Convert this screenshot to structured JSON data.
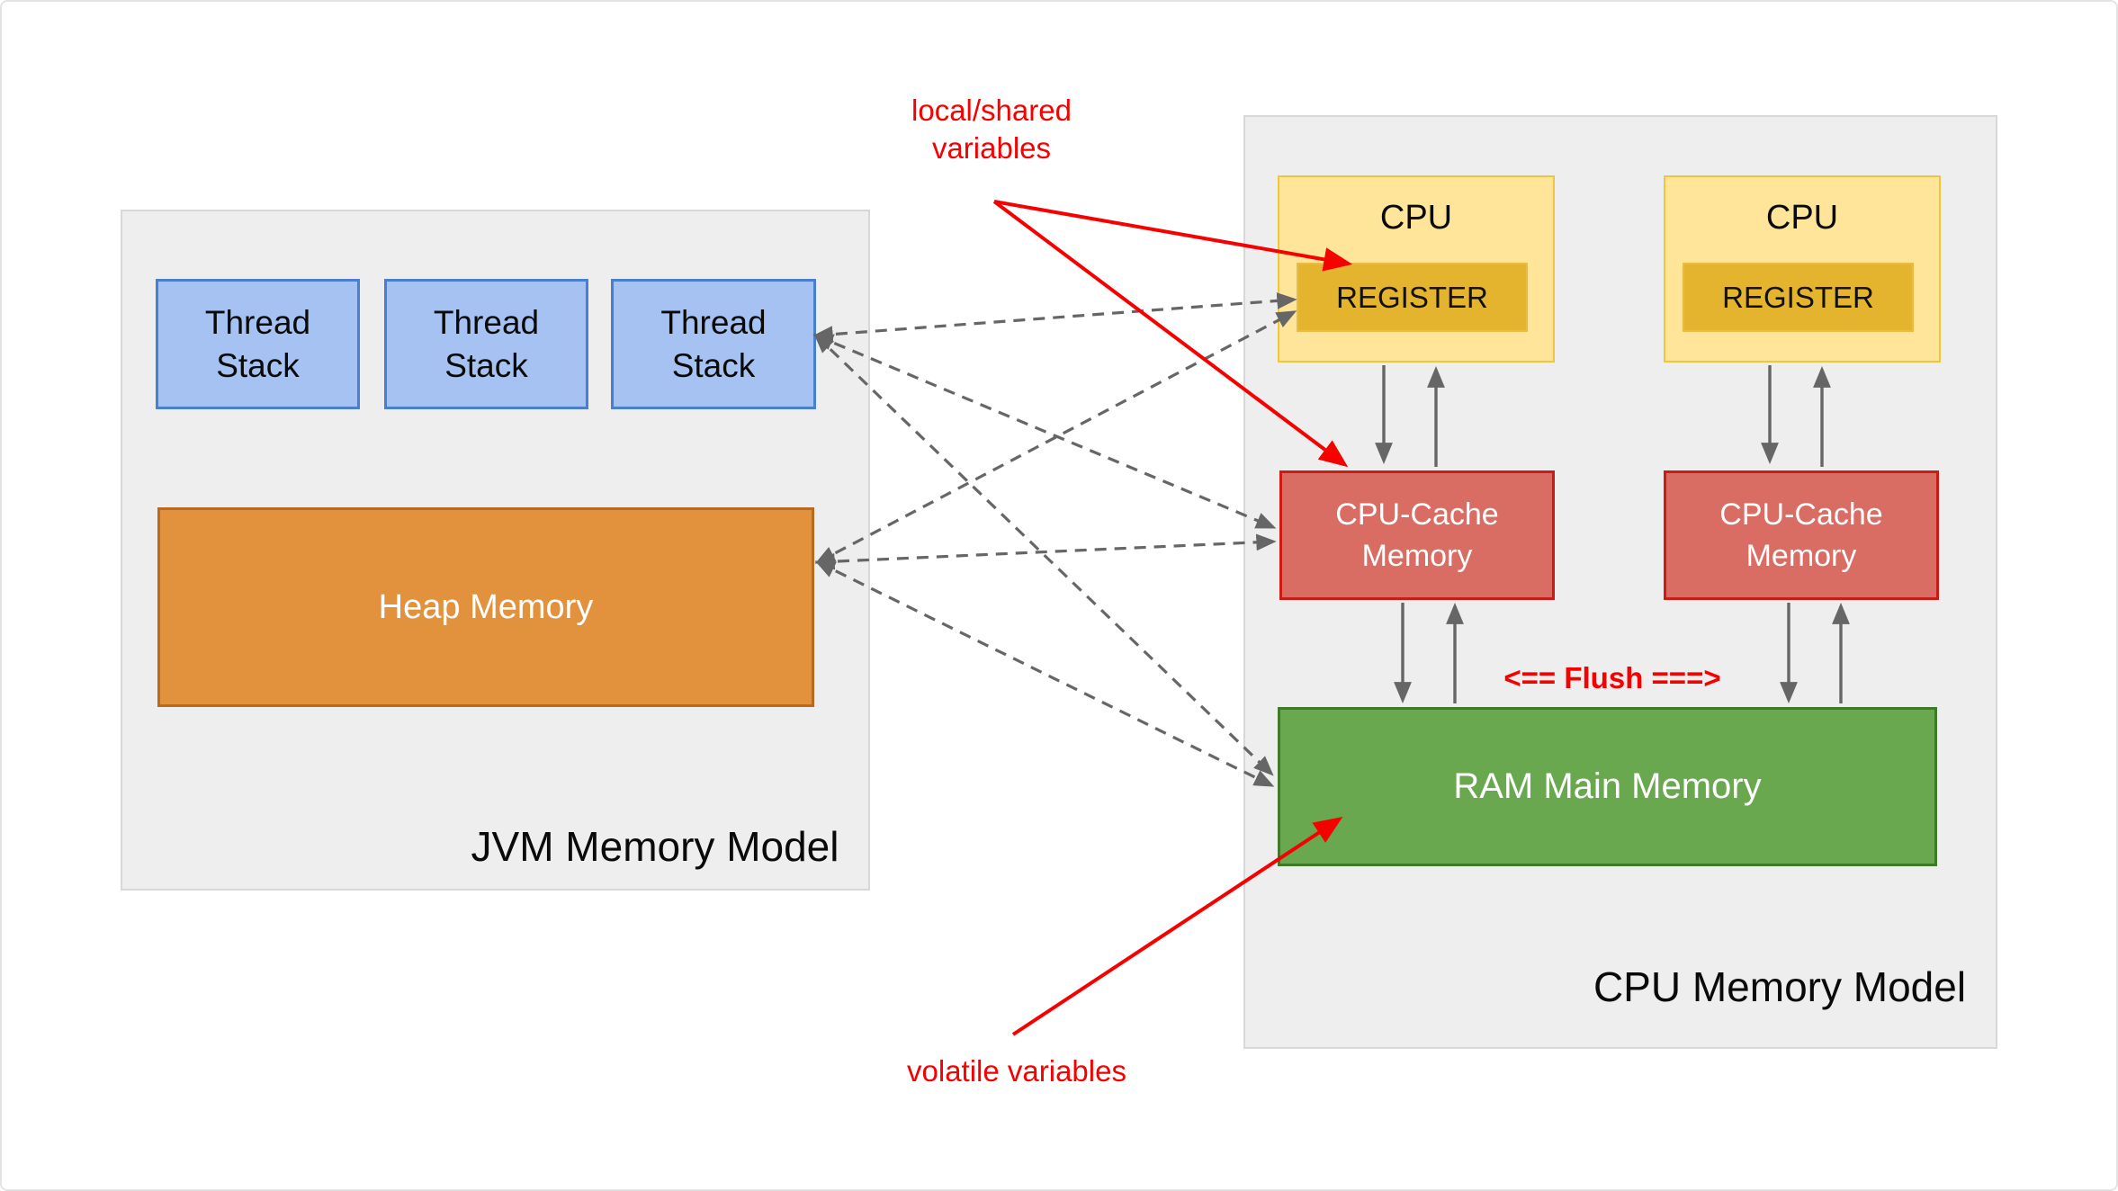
{
  "jvm_panel": {
    "title": "JVM Memory Model",
    "thread_stacks": [
      "Thread\nStack",
      "Thread\nStack",
      "Thread\nStack"
    ],
    "heap_label": "Heap Memory"
  },
  "cpu_panel": {
    "title": "CPU Memory Model",
    "cpus": [
      {
        "label": "CPU",
        "register_label": "REGISTER"
      },
      {
        "label": "CPU",
        "register_label": "REGISTER"
      }
    ],
    "caches": [
      "CPU-Cache\nMemory",
      "CPU-Cache\nMemory"
    ],
    "ram_label": "RAM Main Memory",
    "flush_label": "<== Flush ===>"
  },
  "annotations": {
    "local_shared_label": "local/shared\nvariables",
    "volatile_label": "volatile variables"
  },
  "colors": {
    "panel_bg": "#eeeeee",
    "panel_border": "#d8d8d8",
    "thread_stack_fill": "#a5c2f2",
    "thread_stack_border": "#4a7fd0",
    "heap_fill": "#e2923d",
    "heap_border": "#b96a21",
    "cpu_fill": "#ffe59a",
    "cpu_border": "#f0c53f",
    "register_fill": "#e5b42e",
    "cache_fill": "#d96c63",
    "cache_border": "#cc1b14",
    "ram_fill": "#6aa84f",
    "ram_border": "#3e7a27",
    "arrow_gray": "#666666",
    "annotation_red": "#f70000"
  }
}
